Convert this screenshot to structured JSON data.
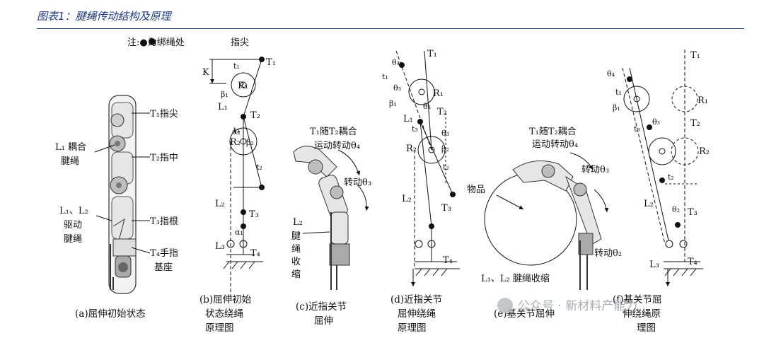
{
  "figure_title": "图表1：腱绳传动结构及原理",
  "note": "注:●为绑绳处",
  "labels": {
    "fingertip_top": "指尖",
    "a_T1": "T₁指尖",
    "a_T2": "T₂指中",
    "a_T3": "T₃指根",
    "a_T4a": "T₄手指",
    "a_T4b": "基座",
    "a_L1a": "L₁ 耦合",
    "a_L1b": "腱绳",
    "a_L12a": "L₁、L₂",
    "a_L12b": "驱动",
    "a_L12c": "腱绳",
    "c_coupleA": "T₁随T₂耦合",
    "c_coupleB": "运动转动θ₄",
    "c_rot3": "转动θ₃",
    "c_L2": "L₂",
    "c_tendon": [
      "腱",
      "绳",
      "收",
      "缩"
    ],
    "e_coupleA": "T₁随T₂耦合",
    "e_coupleB": "运动转动θ₄",
    "e_rot3": "转动θ₃",
    "e_rot2": "转动θ₂",
    "e_object": "物品",
    "e_shrink": "L₁、L₂ 腱绳收缩"
  },
  "captions": {
    "a": [
      "(a)屈伸初始状态"
    ],
    "b": [
      "(b)屈伸初始",
      "状态绕绳",
      "原理图"
    ],
    "c": [
      "(c)近指关节",
      "屈伸"
    ],
    "d": [
      "(d)近指关节",
      "屈伸绕绳",
      "原理图"
    ],
    "e": [
      "(e)基关节屈伸"
    ],
    "f": [
      "(f)基关节屈",
      "伸绕绳原",
      "理图"
    ]
  },
  "symbols": {
    "T1": "T₁",
    "T2": "T₂",
    "T3": "T₃",
    "T4": "T₄",
    "L1": "L₁",
    "L2": "L₂",
    "L3": "L₃",
    "R1": "R₁",
    "R2": "R₂",
    "t1": "t₁",
    "t2": "t₂",
    "t3": "t₃",
    "b1": "β₁",
    "b2": "β₂",
    "a1": "α₁",
    "a2": "α₂",
    "th2": "θ₂",
    "th3": "θ₃",
    "th4": "θ₄",
    "K": "K"
  },
  "watermark": "公众号 · 新材料产能力"
}
